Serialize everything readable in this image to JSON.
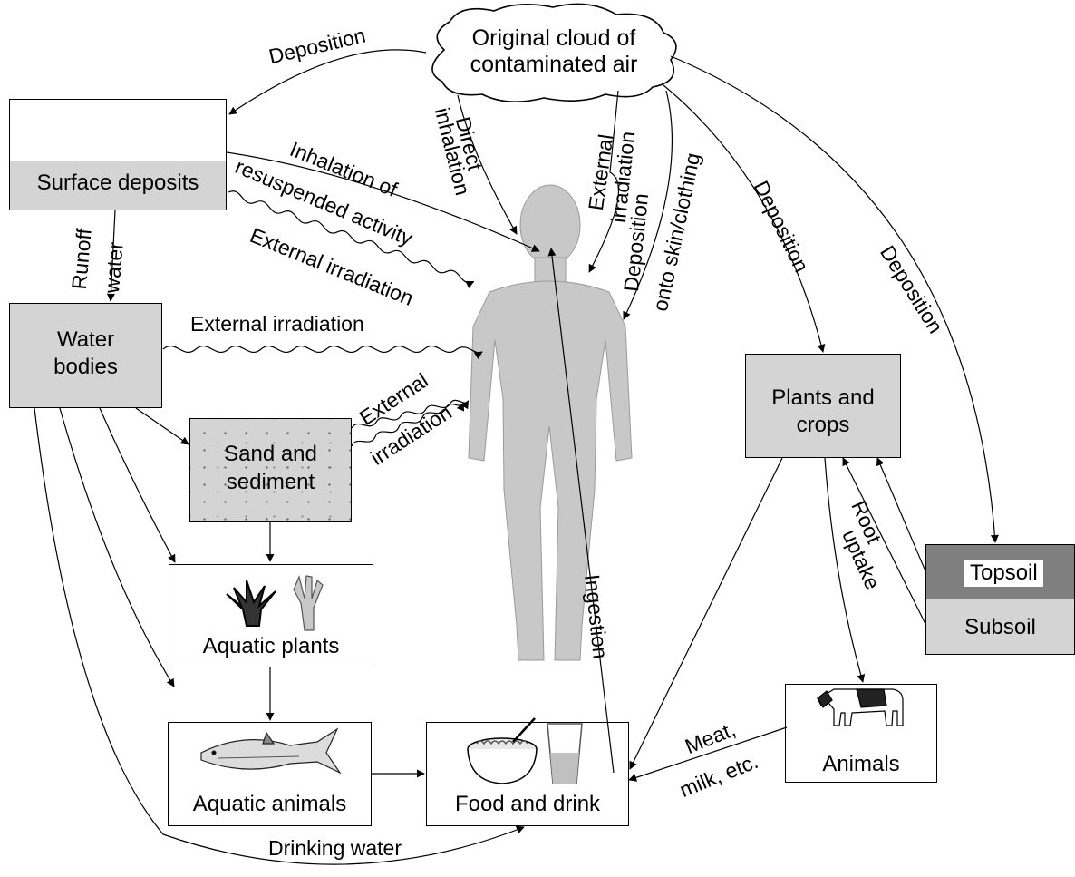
{
  "nodes": {
    "cloud": "Original cloud of contaminated air",
    "cloud_line1": "Original cloud of",
    "cloud_line2": "contaminated air",
    "surface_deposits": "Surface deposits",
    "water_bodies_1": "Water",
    "water_bodies_2": "bodies",
    "sand_1": "Sand and",
    "sand_2": "sediment",
    "aquatic_plants": "Aquatic plants",
    "aquatic_animals": "Aquatic animals",
    "food_drink": "Food and drink",
    "plants_crops_1": "Plants and",
    "plants_crops_2": "crops",
    "animals": "Animals",
    "topsoil": "Topsoil",
    "subsoil": "Subsoil"
  },
  "labels": {
    "deposition_surface": "Deposition",
    "direct": "Direct",
    "inhalation": "inhalation",
    "external_cloud": "External",
    "irradiation_cloud": "irradiation",
    "deposition_skin": "Deposition",
    "onto_skin": "onto skin/clothing",
    "deposition_plants": "Deposition",
    "deposition_topsoil": "Deposition",
    "inhalation_of": "Inhalation of",
    "resuspended": "resuspended activity",
    "ext_irr_surface": "External irradiation",
    "runoff": "Runoff",
    "water": "water",
    "ext_irr_water": "External irradiation",
    "external_sand": "External",
    "irradiation_sand": "irradiation",
    "ingestion": "Ingestion",
    "root": "Root",
    "uptake": "uptake",
    "meat": "Meat,",
    "milk": "milk, etc.",
    "drinking_water": "Drinking water"
  },
  "colors": {
    "line": "#000000",
    "box_grey": "#d4d4d4",
    "topsoil": "#7f7f7f",
    "human": "#c8c8c8"
  },
  "icons": [
    "tree-icon",
    "sea-anemone-icon",
    "coral-icon",
    "fish-icon",
    "bowl-icon",
    "glass-icon",
    "cow-icon",
    "sprout-icon"
  ]
}
